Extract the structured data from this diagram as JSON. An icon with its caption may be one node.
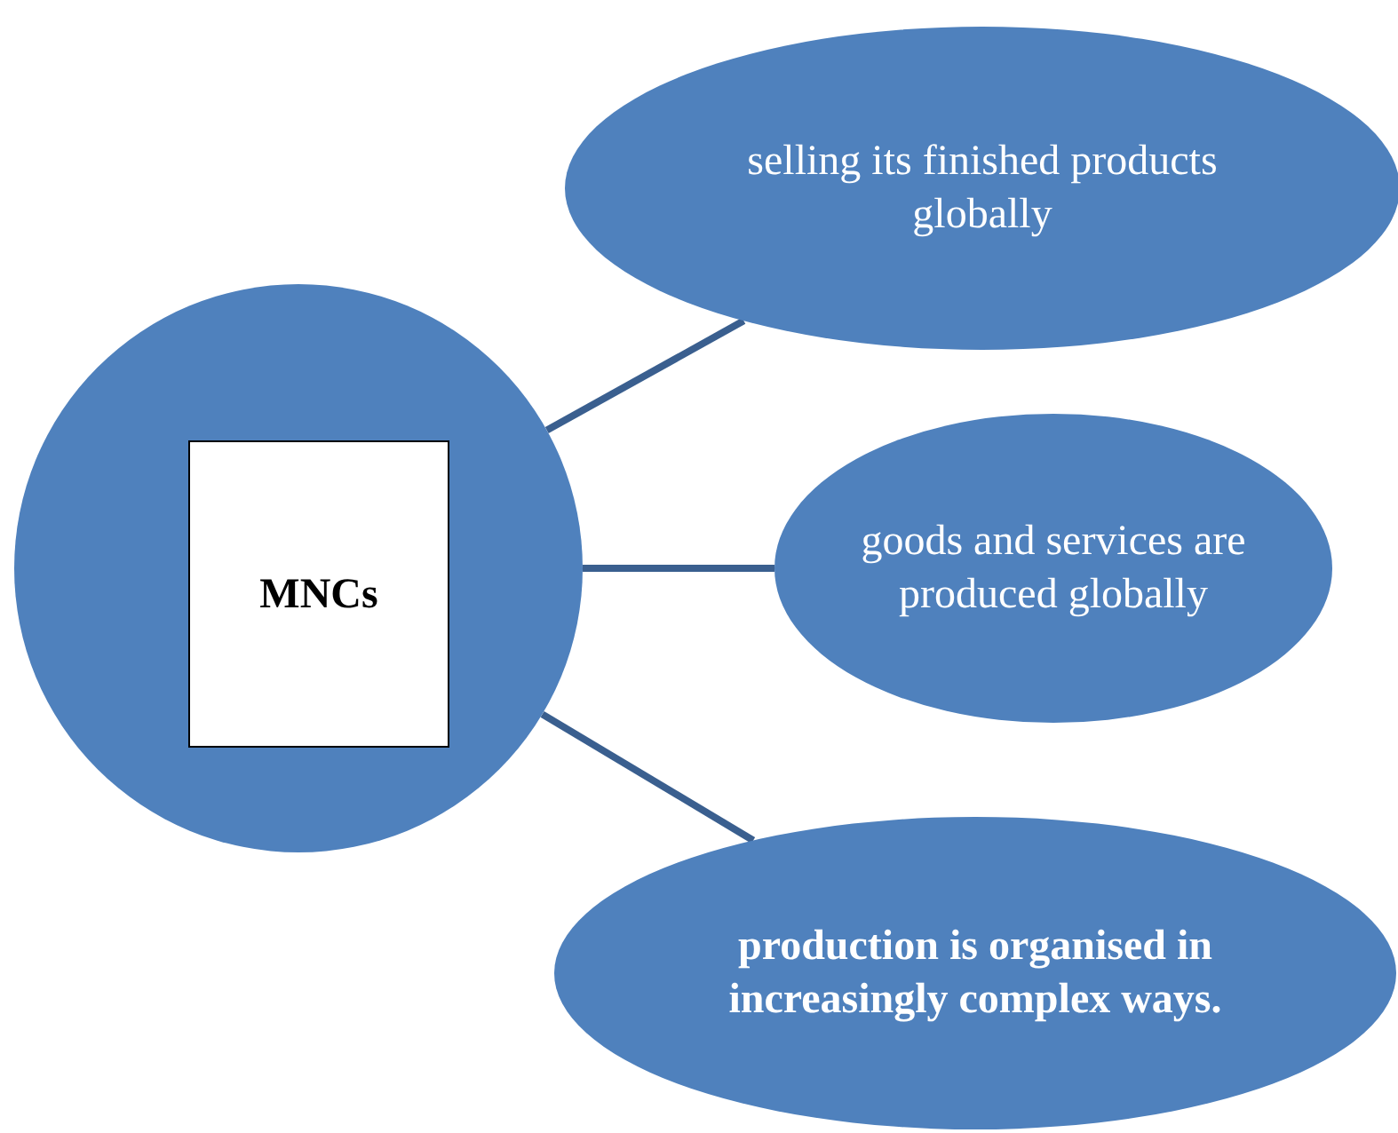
{
  "diagram": {
    "nodes": [
      {
        "text": [],
        "shape": "circle"
      },
      {
        "text": [
          "MNCs"
        ],
        "in": 0
      },
      {
        "text": [
          "selling its finished products globally"
        ]
      },
      {
        "text": [
          "goods and services are produced globally"
        ]
      },
      {
        "text": [
          "production is organised in increasingly complex ways."
        ]
      }
    ],
    "edges": [
      {
        "from": 0,
        "to": 2,
        "arrow": "none"
      },
      {
        "from": 0,
        "to": 3,
        "arrow": "none"
      },
      {
        "from": 0,
        "to": 4,
        "arrow": "none"
      }
    ]
  }
}
